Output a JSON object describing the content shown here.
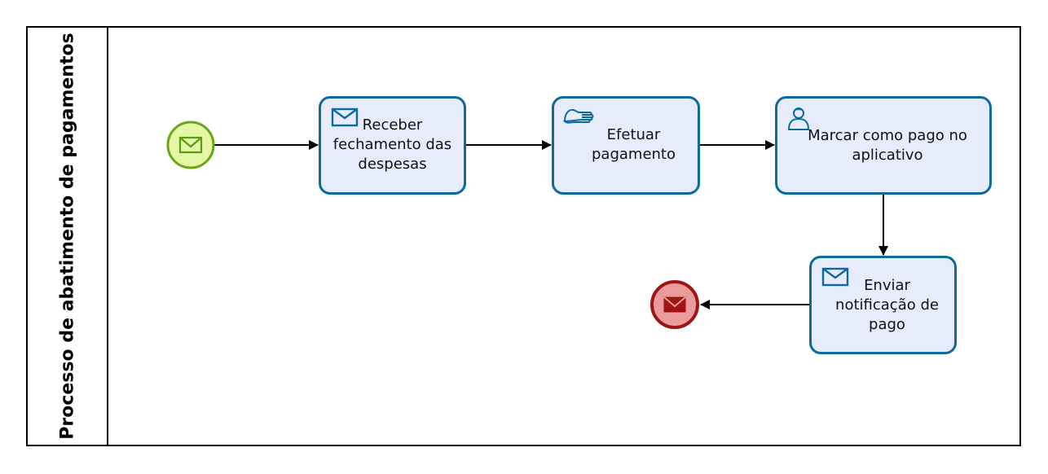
{
  "pool": {
    "title": "Processo de abatimento de pagamentos"
  },
  "tasks": {
    "receber": {
      "label": "Receber\nfechamento das\ndespesas",
      "icon": "envelope-icon"
    },
    "efetuar": {
      "label": "Efetuar\npagamento",
      "icon": "hand-icon"
    },
    "marcar": {
      "label": "Marcar como pago no\naplicativo",
      "icon": "user-icon"
    },
    "enviar": {
      "label": "Enviar\nnotificação de\npago",
      "icon": "envelope-icon"
    }
  },
  "events": {
    "start": {
      "type": "message-start",
      "icon": "envelope-icon"
    },
    "end": {
      "type": "message-end",
      "icon": "filled-envelope-icon"
    }
  },
  "colors": {
    "task_fill": "#e6ecfb",
    "task_stroke": "#0e6a9b",
    "start_fill": "#e3f7a7",
    "start_stroke": "#6aa61a",
    "end_fill": "#ea9b9b",
    "end_stroke": "#a01414"
  }
}
